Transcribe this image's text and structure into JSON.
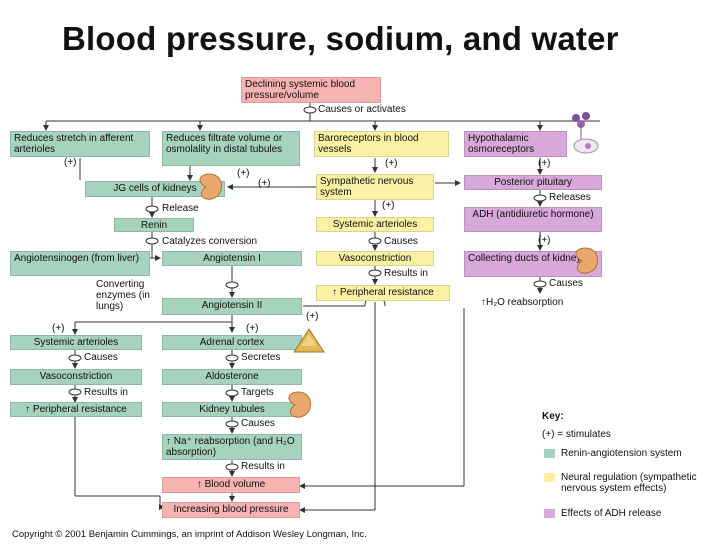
{
  "title": "Blood pressure, sodium, and water",
  "boxes": {
    "declining": "Declining systemic blood pressure/volume",
    "reduces_stretch": "Reduces stretch in afferent arterioles",
    "reduces_filtrate": "Reduces filtrate volume or osmolality in distal tubules",
    "baroreceptors": "Baroreceptors in blood vessels",
    "hypothalamic": "Hypothalamic osmoreceptors",
    "jg_cells": "JG cells of kidneys",
    "sympathetic": "Sympathetic nervous system",
    "posterior_pituitary": "Posterior pituitary",
    "renin": "Renin",
    "systemic_arterioles_mid": "Systemic arterioles",
    "adh": "ADH (antidiuretic hormone)",
    "angiotensinogen": "Angiotensinogen (from liver)",
    "angiotensin_1": "Angiotensin I",
    "vasoconstriction_mid": "Vasoconstriction",
    "collecting_ducts": "Collecting ducts of kidneys",
    "peripheral_mid": "↑ Peripheral resistance",
    "angiotensin_2": "Angiotensin II",
    "systemic_arterioles_left": "Systemic arterioles",
    "adrenal_cortex": "Adrenal cortex",
    "vasoconstriction_left": "Vasoconstriction",
    "aldosterone": "Aldosterone",
    "peripheral_left": "↑ Peripheral resistance",
    "kidney_tubules": "Kidney tubules",
    "na_reabsorption": "↑ Na⁺ reabsorption (and H₂O absorption)",
    "blood_volume": "↑ Blood volume",
    "increasing_bp": "Increasing blood pressure"
  },
  "labels": {
    "causes_or_activates": "Causes or activates",
    "release": "Release",
    "catalyzes": "Catalyzes conversion",
    "converting": "Converting enzymes (in lungs)",
    "causes": "Causes",
    "results_in": "Results in",
    "secretes": "Secretes",
    "targets": "Targets",
    "releases": "Releases",
    "plus": "(+)",
    "h2o_reabsorption": "↑H₂O reabsorption"
  },
  "key": {
    "title": "Key:",
    "stimulates": "(+) = stimulates",
    "renin_system": "Renin-angiotension system",
    "neural": "Neural regulation (sympathetic nervous system effects)",
    "adh_effects": "Effects of ADH release"
  },
  "colors": {
    "renin_system": "#a6d2bf",
    "neural": "#fbf1a4",
    "adh": "#d7a8d9",
    "outcome": "#f6b3b1"
  },
  "copyright": "Copyright © 2001 Benjamin Cummings, an imprint of Addison Wesley Longman, Inc."
}
